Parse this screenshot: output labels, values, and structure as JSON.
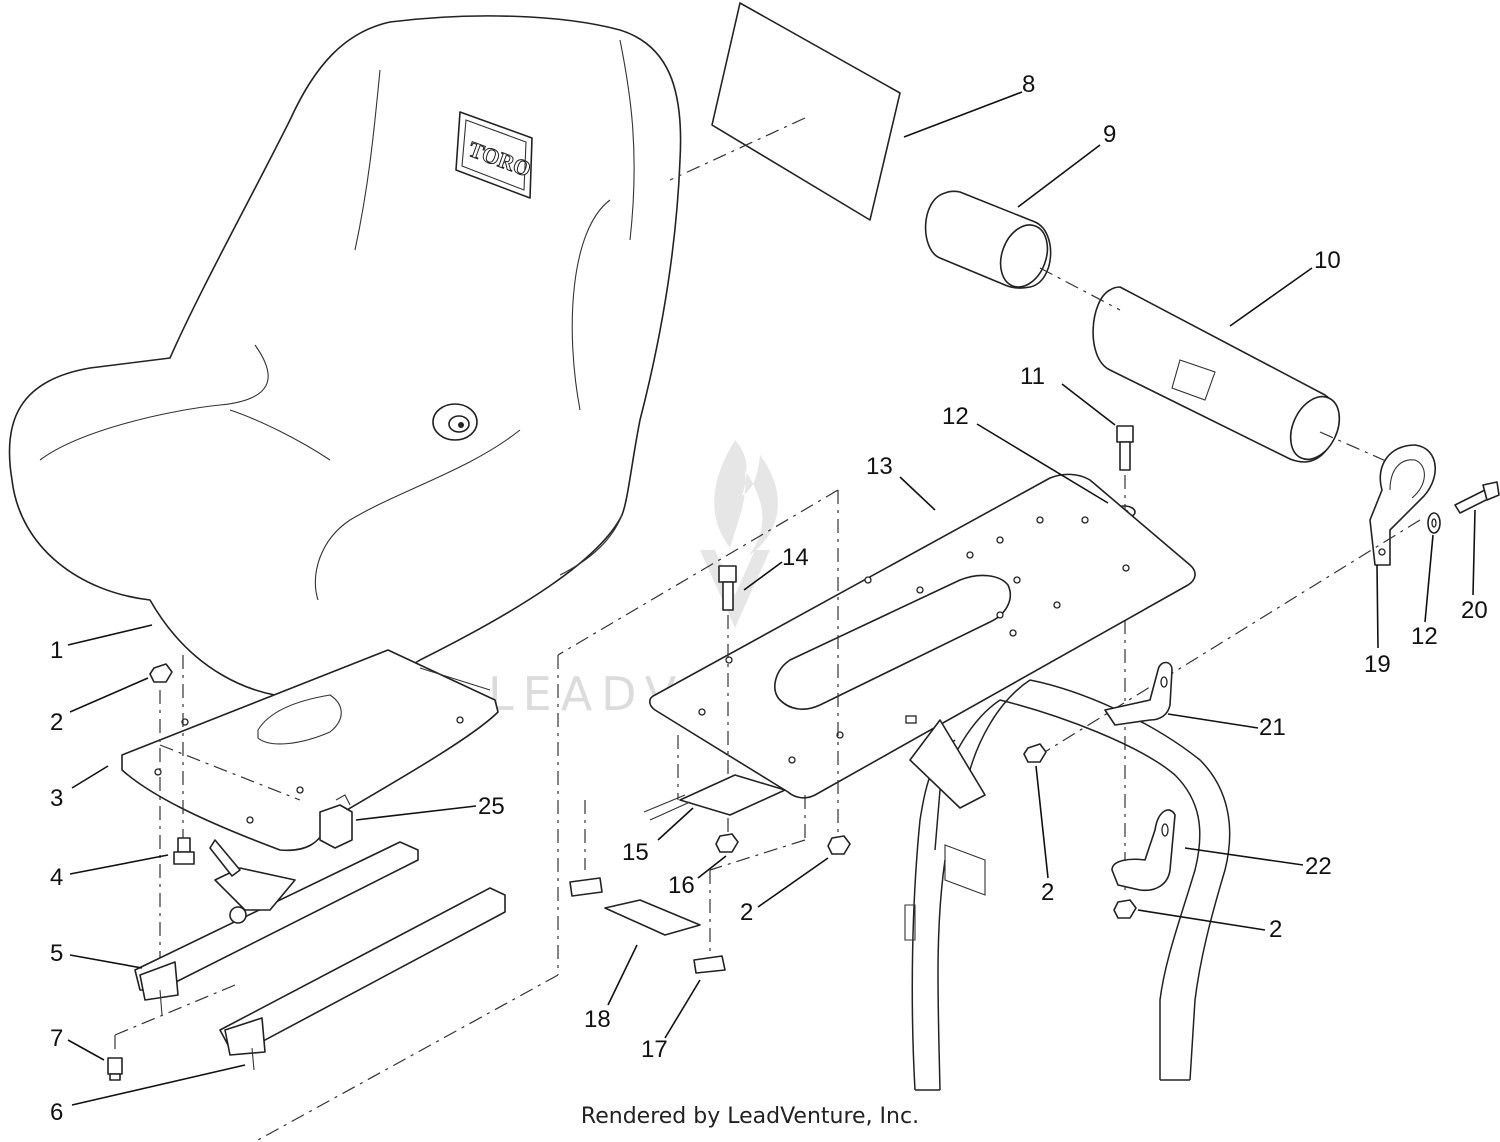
{
  "diagram": {
    "brand_mark": "TORO",
    "watermark": "LEADVENTURE",
    "footer": "Rendered by LeadVenture, Inc.",
    "callouts": {
      "c1": "1",
      "c2a": "2",
      "c2b": "2",
      "c2c": "2",
      "c2d": "2",
      "c3": "3",
      "c4": "4",
      "c5": "5",
      "c6": "6",
      "c7": "7",
      "c8": "8",
      "c9": "9",
      "c10": "10",
      "c11": "11",
      "c12a": "12",
      "c12b": "12",
      "c13": "13",
      "c14": "14",
      "c15": "15",
      "c16": "16",
      "c17": "17",
      "c18": "18",
      "c19": "19",
      "c20": "20",
      "c21": "21",
      "c22": "22",
      "c25": "25"
    }
  }
}
